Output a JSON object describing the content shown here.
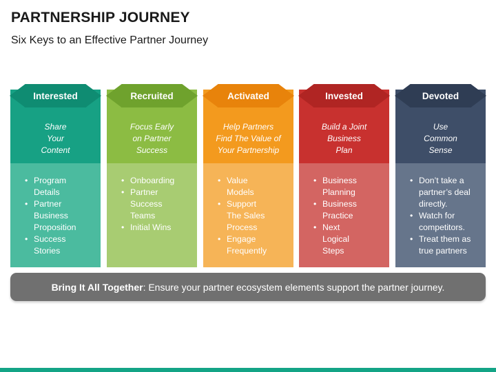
{
  "header": {
    "title": "PARTNERSHIP JOURNEY",
    "subtitle": "Six Keys to an Effective Partner Journey"
  },
  "columns": [
    {
      "label": "Interested",
      "desc": [
        "Share",
        "Your",
        "Content"
      ],
      "bullets": [
        [
          "Program",
          "Details"
        ],
        [
          "Partner",
          "Business",
          "Proposition"
        ],
        [
          "Success",
          "Stories"
        ]
      ],
      "color_top": "#17a184",
      "color_bottom": "#4bbb9f",
      "color_diamond": "#0f8c72"
    },
    {
      "label": "Recruited",
      "desc": [
        "Focus Early",
        "on Partner",
        "Success"
      ],
      "bullets": [
        [
          "Onboarding"
        ],
        [
          "Partner",
          "Success",
          "Teams"
        ],
        [
          "Initial Wins"
        ]
      ],
      "color_top": "#8cbc43",
      "color_bottom": "#a8cc72",
      "color_diamond": "#6fa22d"
    },
    {
      "label": "Activated",
      "desc": [
        "Help Partners",
        "Find The Value of",
        "Your Partnership"
      ],
      "bullets": [
        [
          "Value",
          "Models"
        ],
        [
          "Support",
          "The Sales",
          "Process"
        ],
        [
          "Engage",
          "Frequently"
        ]
      ],
      "color_top": "#f39a1e",
      "color_bottom": "#f6b457",
      "color_diamond": "#e8830b"
    },
    {
      "label": "Invested",
      "desc": [
        "Build a Joint",
        "Business",
        "Plan"
      ],
      "bullets": [
        [
          "Business",
          "Planning"
        ],
        [
          "Business",
          "Practice"
        ],
        [
          "Next",
          "Logical",
          "Steps"
        ]
      ],
      "color_top": "#c8312f",
      "color_bottom": "#d36562",
      "color_diamond": "#b02523"
    },
    {
      "label": "Devoted",
      "desc": [
        "Use",
        "Common",
        "Sense"
      ],
      "bullets": [
        [
          "Don’t take a",
          "partner’s deal",
          "directly."
        ],
        [
          "Watch for",
          "competitors."
        ],
        [
          "Treat them as",
          "true partners"
        ]
      ],
      "color_top": "#3e4e68",
      "color_bottom": "#66758b",
      "color_diamond": "#2f3d54"
    }
  ],
  "banner": {
    "bold": "Bring It All Together",
    "text": ": Ensure your partner ecosystem elements support the partner journey."
  },
  "colors": {
    "banner_bg": "#707070",
    "footer_bar": "#13a486"
  }
}
